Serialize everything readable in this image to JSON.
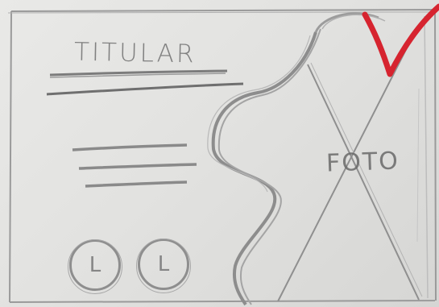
{
  "header": {
    "title": "TITULAR"
  },
  "image_placeholder": {
    "label": "FOTO"
  },
  "actions": {
    "button_1_label": "L",
    "button_2_label": "L"
  },
  "colors": {
    "pencil": "#7a7a7a",
    "checkmark": "#d6242f",
    "paper": "#e6e6e4"
  },
  "icons": {
    "approval": "checkmark-icon"
  }
}
